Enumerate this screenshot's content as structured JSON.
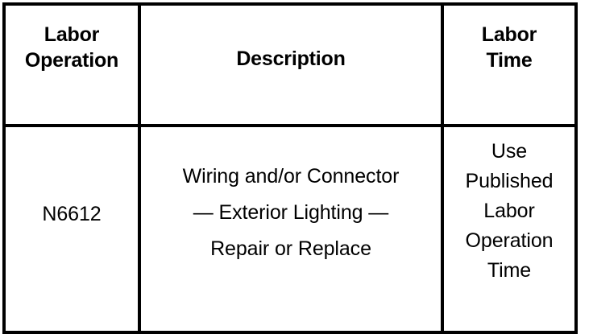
{
  "document": {
    "type": "table",
    "background_color": "#FFFFFF",
    "text_color": "#000000",
    "border_color": "#000000"
  },
  "table": {
    "columns": [
      {
        "key": "labor_operation",
        "header_lines": [
          "Labor",
          "Operation"
        ]
      },
      {
        "key": "description",
        "header_lines": [
          "Description"
        ]
      },
      {
        "key": "labor_time",
        "header_lines": [
          "Labor",
          "Time"
        ]
      }
    ],
    "rows": [
      {
        "labor_operation": {
          "lines": [
            "N6612"
          ]
        },
        "description": {
          "lines": [
            "Wiring and/or Connector",
            "— Exterior Lighting —",
            "Repair or Replace"
          ]
        },
        "labor_time": {
          "lines": [
            "Use",
            "Published",
            "Labor",
            "Operation",
            "Time"
          ]
        }
      }
    ]
  },
  "header": {
    "labor_operation_line1": "Labor",
    "labor_operation_line2": "Operation",
    "description": "Description",
    "labor_time_line1": "Labor",
    "labor_time_line2": "Time"
  },
  "body": {
    "operation_code": "N6612",
    "description_line1": "Wiring and/or Connector",
    "description_line2": "— Exterior Lighting —",
    "description_line3": "Repair or Replace",
    "time_line1": "Use",
    "time_line2": "Published",
    "time_line3": "Labor",
    "time_line4": "Operation",
    "time_line5": "Time"
  }
}
